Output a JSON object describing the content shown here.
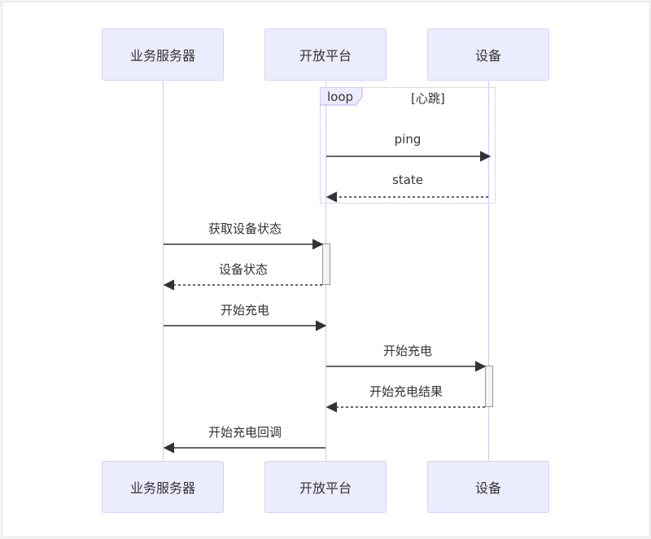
{
  "actors": [
    {
      "id": "biz",
      "label": "业务服务器"
    },
    {
      "id": "platform",
      "label": "开放平台"
    },
    {
      "id": "device",
      "label": "设备"
    }
  ],
  "loop": {
    "keyword": "loop",
    "condition": "[心跳]"
  },
  "messages": [
    {
      "from": "platform",
      "to": "device",
      "label": "ping",
      "style": "solid"
    },
    {
      "from": "device",
      "to": "platform",
      "label": "state",
      "style": "dashed"
    },
    {
      "from": "biz",
      "to": "platform",
      "label": "获取设备状态",
      "style": "solid"
    },
    {
      "from": "platform",
      "to": "biz",
      "label": "设备状态",
      "style": "dashed"
    },
    {
      "from": "biz",
      "to": "platform",
      "label": "开始充电",
      "style": "solid"
    },
    {
      "from": "platform",
      "to": "device",
      "label": "开始充电",
      "style": "solid"
    },
    {
      "from": "device",
      "to": "platform",
      "label": "开始充电结果",
      "style": "dashed"
    },
    {
      "from": "platform",
      "to": "biz",
      "label": "开始充电回调",
      "style": "solid"
    }
  ],
  "colors": {
    "actor_fill": "#ececff",
    "actor_border": "#d4d2f7",
    "lifeline": "#cfc9f6",
    "arrow": "#333333",
    "loop_border": "#c8a8f0"
  }
}
